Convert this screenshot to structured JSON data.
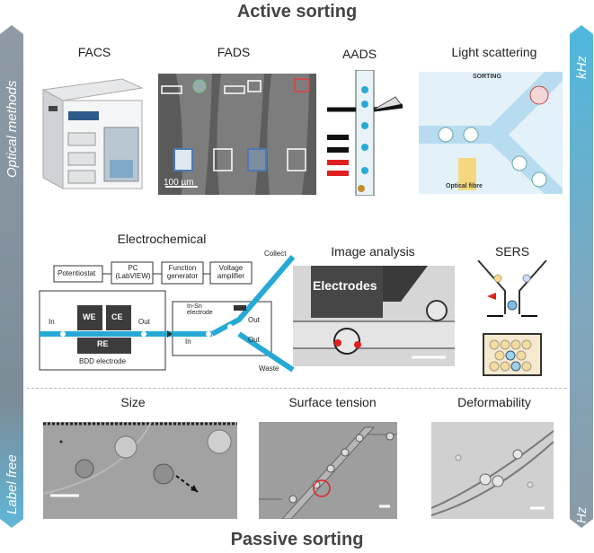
{
  "header": {
    "title": "Active sorting"
  },
  "footer": {
    "title": "Passive sorting"
  },
  "left_bar": {
    "top_label": "Optical methods",
    "bottom_label": "Label free"
  },
  "right_bar": {
    "top_label": "kHz",
    "bottom_label": "Hz"
  },
  "row1": {
    "facs": "FACS",
    "fads": "FADS",
    "fads_scale": "100 µm",
    "aads": "AADS",
    "light": "Light scattering",
    "light_sorting": "SORTING",
    "light_fibre": "Optical fibre"
  },
  "row2": {
    "electro": "Electrochemical",
    "potentiostat": "Potentiostat",
    "pc": "PC (LabVIEW)",
    "function_gen": "Function generator",
    "voltage_amp": "Voltage amplifier",
    "collect": "Collect",
    "waste": "Waste",
    "in": "In",
    "out": "Out",
    "we": "WE",
    "ce": "CE",
    "re": "RE",
    "bdd": "BDD electrode",
    "insn": "In-Sn electrode",
    "image": "Image analysis",
    "electrodes": "Electrodes",
    "sers": "SERS"
  },
  "row3": {
    "size": "Size",
    "surface": "Surface tension",
    "deform": "Deformability"
  },
  "colors": {
    "bar_top": "#4fb3d9",
    "bar_bottom": "#8a9aa6",
    "accent_blue": "#27a9d6",
    "red": "#e02020"
  }
}
